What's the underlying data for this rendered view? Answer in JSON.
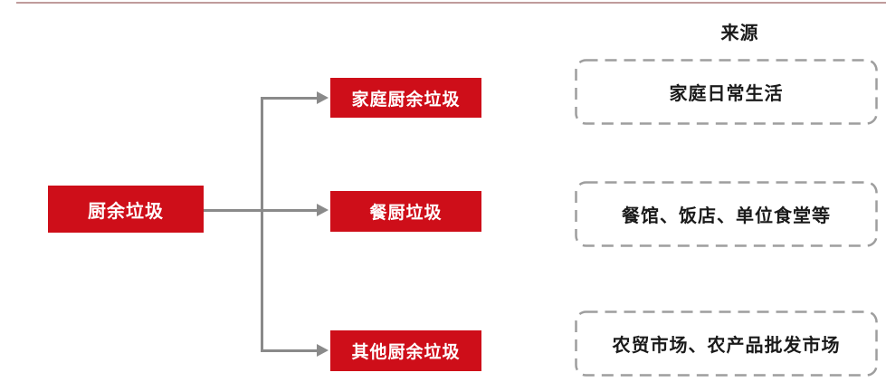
{
  "colors": {
    "node_red": "#ce0e19",
    "node_text_white": "#ffffff",
    "connector_gray": "#8a8a8a",
    "dashed_border_gray": "#9e9e9e",
    "label_text_black": "#1a1a1a",
    "top_accent_line": "#c09c9c"
  },
  "diagram": {
    "root_node": "厨余垃圾",
    "source_column_header": "来源",
    "branches": [
      {
        "node": "家庭厨余垃圾",
        "source": "家庭日常生活"
      },
      {
        "node": "餐厨垃圾",
        "source": "餐馆、饭店、单位食堂等"
      },
      {
        "node": "其他厨余垃圾",
        "source": "农贸市场、农产品批发市场"
      }
    ]
  }
}
